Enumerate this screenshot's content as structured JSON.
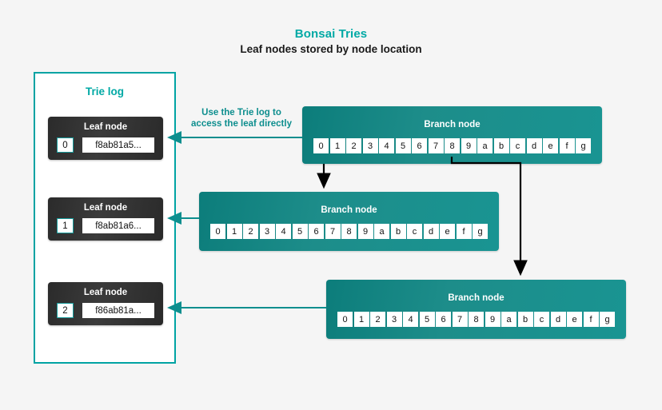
{
  "header": {
    "title": "Bonsai Tries",
    "subtitle": "Leaf nodes stored by node location"
  },
  "trie_log": {
    "title": "Trie log",
    "leaf_nodes": [
      {
        "label": "Leaf node",
        "index": "0",
        "hash": "f8ab81a5..."
      },
      {
        "label": "Leaf node",
        "index": "1",
        "hash": "f8ab81a6..."
      },
      {
        "label": "Leaf node",
        "index": "2",
        "hash": "f86ab81a..."
      }
    ]
  },
  "annotation": {
    "line1": "Use the Trie log to",
    "line2": "access the leaf directly"
  },
  "branch_nodes": [
    {
      "label": "Branch node",
      "cells": [
        "0",
        "1",
        "2",
        "3",
        "4",
        "5",
        "6",
        "7",
        "8",
        "9",
        "a",
        "b",
        "c",
        "d",
        "e",
        "f",
        "g"
      ]
    },
    {
      "label": "Branch node",
      "cells": [
        "0",
        "1",
        "2",
        "3",
        "4",
        "5",
        "6",
        "7",
        "8",
        "9",
        "a",
        "b",
        "c",
        "d",
        "e",
        "f",
        "g"
      ]
    },
    {
      "label": "Branch node",
      "cells": [
        "0",
        "1",
        "2",
        "3",
        "4",
        "5",
        "6",
        "7",
        "8",
        "9",
        "a",
        "b",
        "c",
        "d",
        "e",
        "f",
        "g"
      ]
    }
  ],
  "colors": {
    "background": "#f5f5f5",
    "teal_accent": "#00a9a5",
    "teal_border": "#00a3a3",
    "branch_fill": "#1a8a87",
    "leaf_fill": "#333333",
    "arrow_black": "#000000",
    "arrow_teal": "#0d8e8e"
  }
}
